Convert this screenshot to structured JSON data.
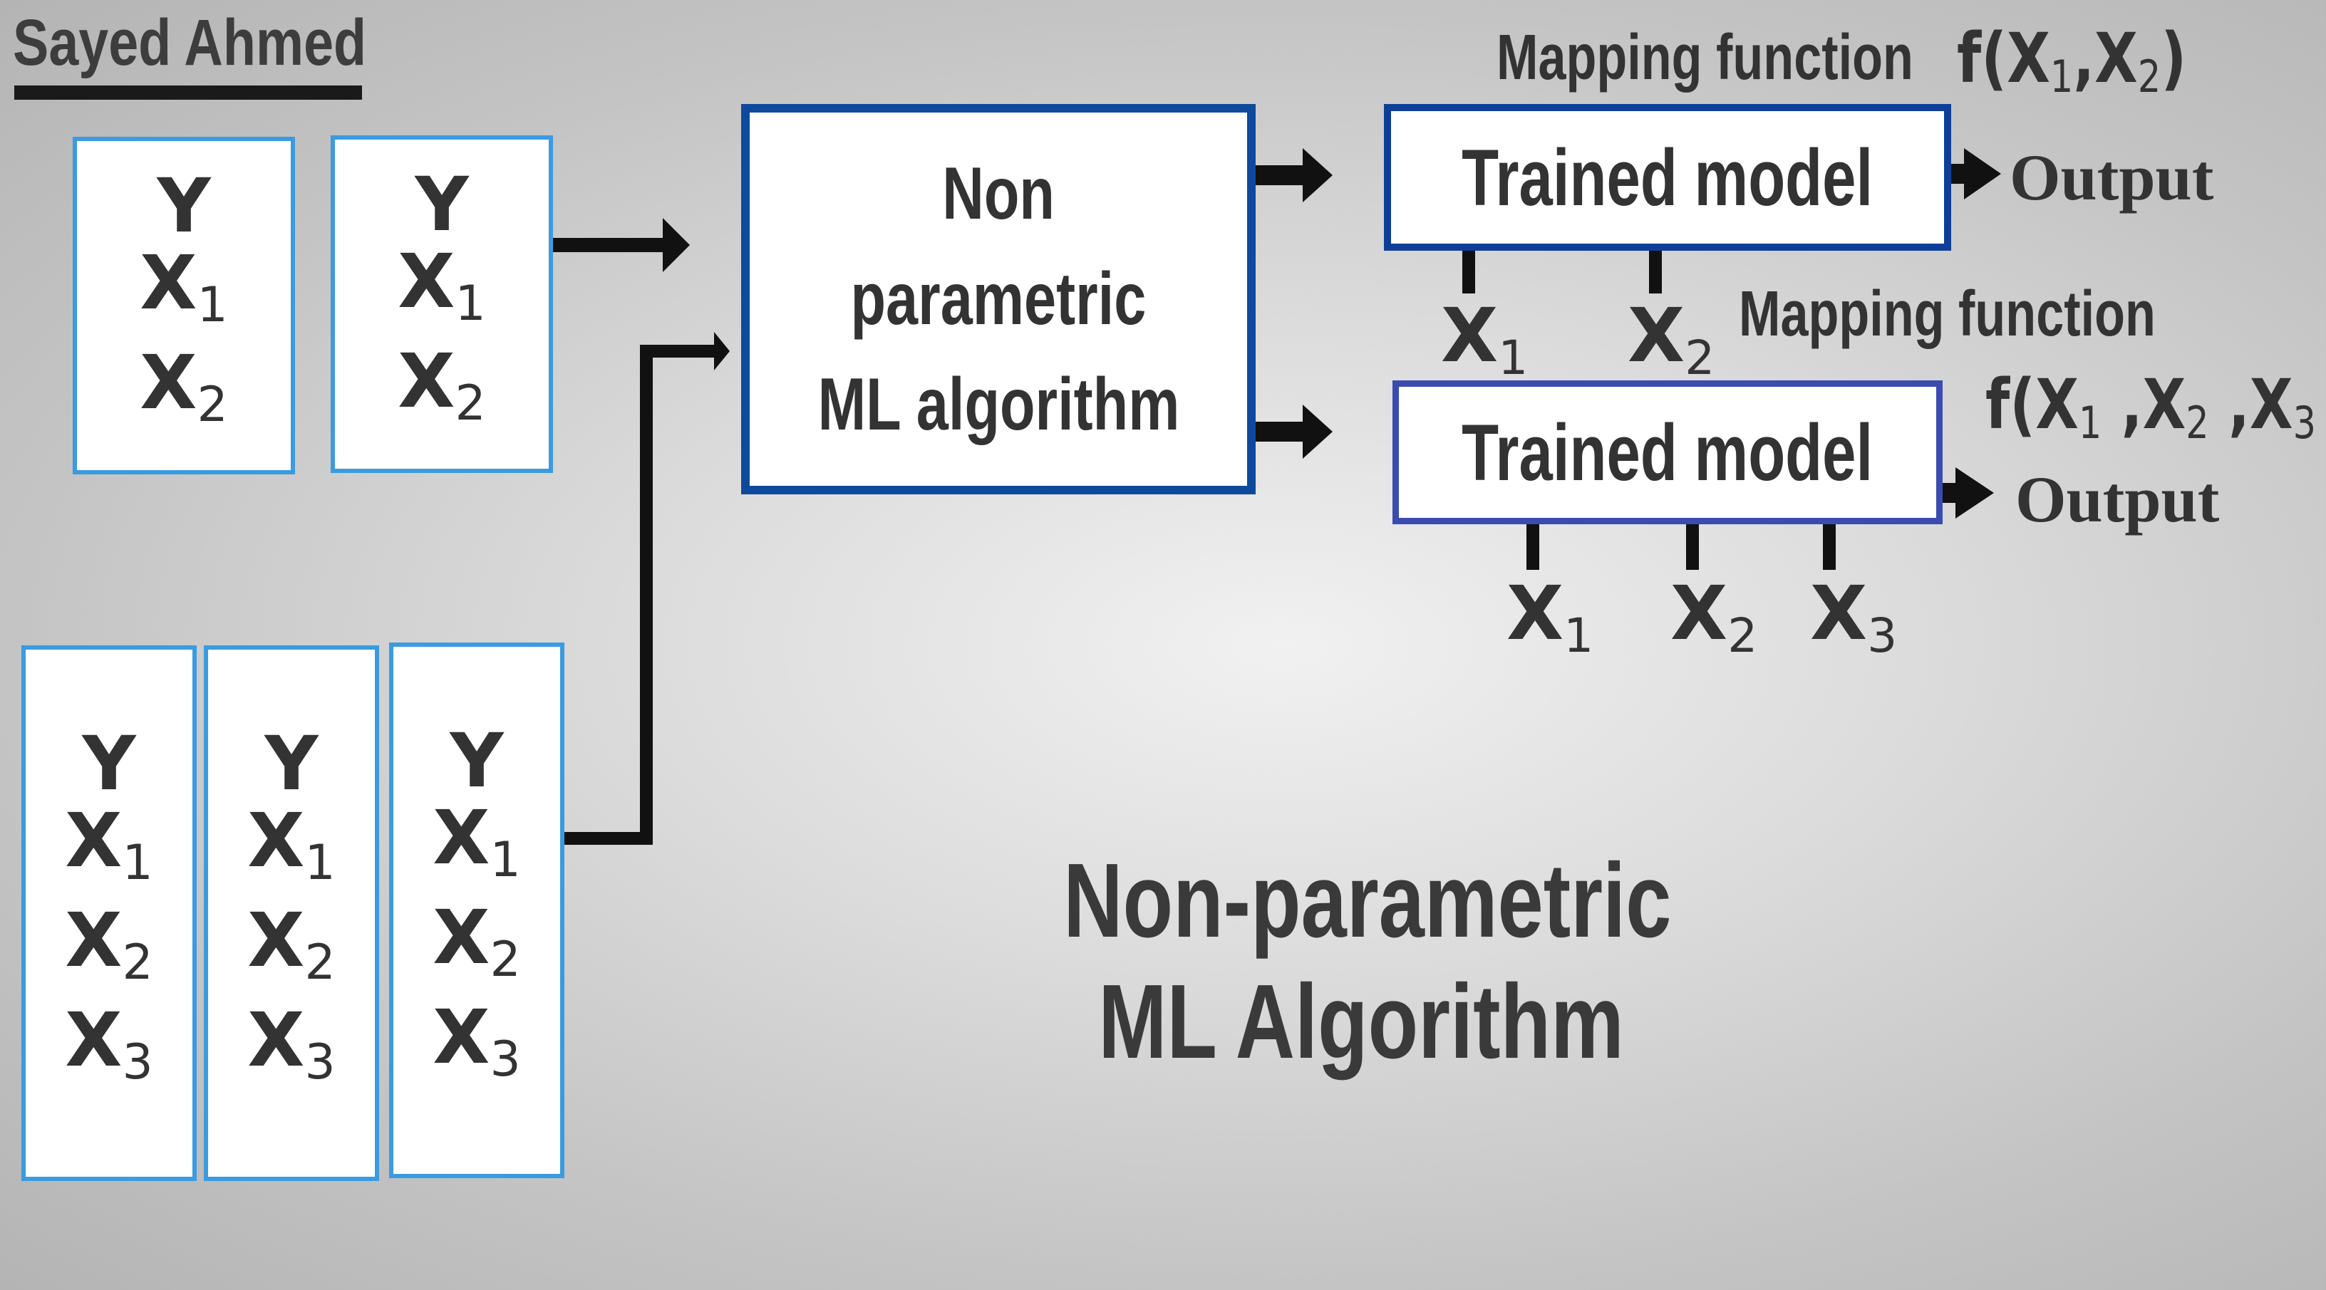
{
  "author": "Sayed Ahmed",
  "small_dataset": {
    "y": "Y",
    "x1": "X",
    "x1_sub": "1",
    "x2": "X",
    "x2_sub": "2"
  },
  "large_dataset": {
    "y": "Y",
    "x1": "X",
    "x1_sub": "1",
    "x2": "X",
    "x2_sub": "2",
    "x3": "X",
    "x3_sub": "3"
  },
  "algorithm_box": {
    "line1": "Non",
    "line2": "parametric",
    "line3": "ML algorithm"
  },
  "model_top": {
    "mapping_label": "Mapping function",
    "function_name": "f(X",
    "arg1_sub": "1",
    "sep": ",X",
    "arg2_sub": "2",
    "close": ")",
    "title": "Trained model",
    "output": "Output",
    "inputs": [
      {
        "name": "X",
        "sub": "1"
      },
      {
        "name": "X",
        "sub": "2"
      }
    ]
  },
  "model_bottom": {
    "mapping_label": "Mapping function",
    "formula_open": "f(X",
    "arg1_sub": "1",
    "sep1": " ,X",
    "arg2_sub": "2",
    "sep2": " ,X",
    "arg3_sub": "3",
    "close": " )",
    "title": "Trained model",
    "output": "Output",
    "inputs": [
      {
        "name": "X",
        "sub": "1"
      },
      {
        "name": "X",
        "sub": "2"
      },
      {
        "name": "X",
        "sub": "3"
      }
    ]
  },
  "caption": {
    "line1": "Non-parametric",
    "line2": "ML Algorithm"
  },
  "colors": {
    "data_box_border": "#3a9be0",
    "algo_border": "#0e4a9c",
    "model1_border": "#0e3f96",
    "model2_border": "#3b4cb0",
    "arrow": "#111111"
  }
}
